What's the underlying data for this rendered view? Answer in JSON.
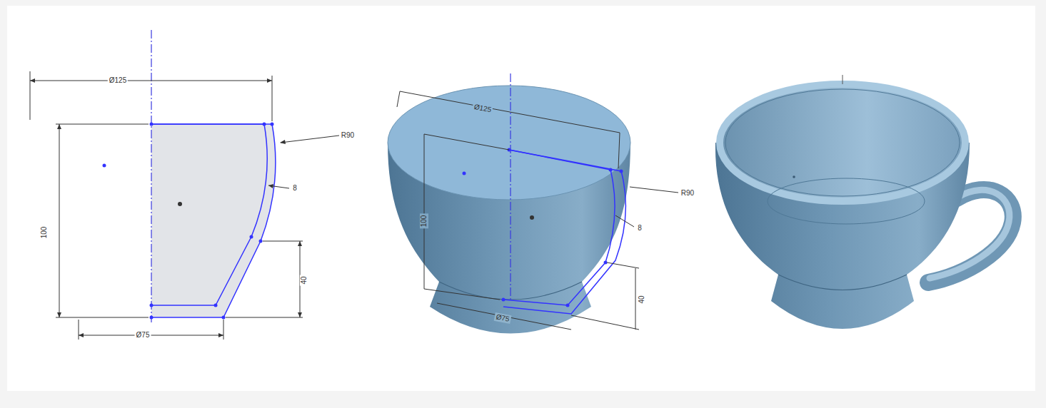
{
  "diagram": {
    "labels": [
      "Ø125",
      "R90",
      "8",
      "100",
      "40",
      "Ø75",
      "Ø125",
      "100",
      "R90",
      "8",
      "40",
      "Ø75"
    ]
  }
}
